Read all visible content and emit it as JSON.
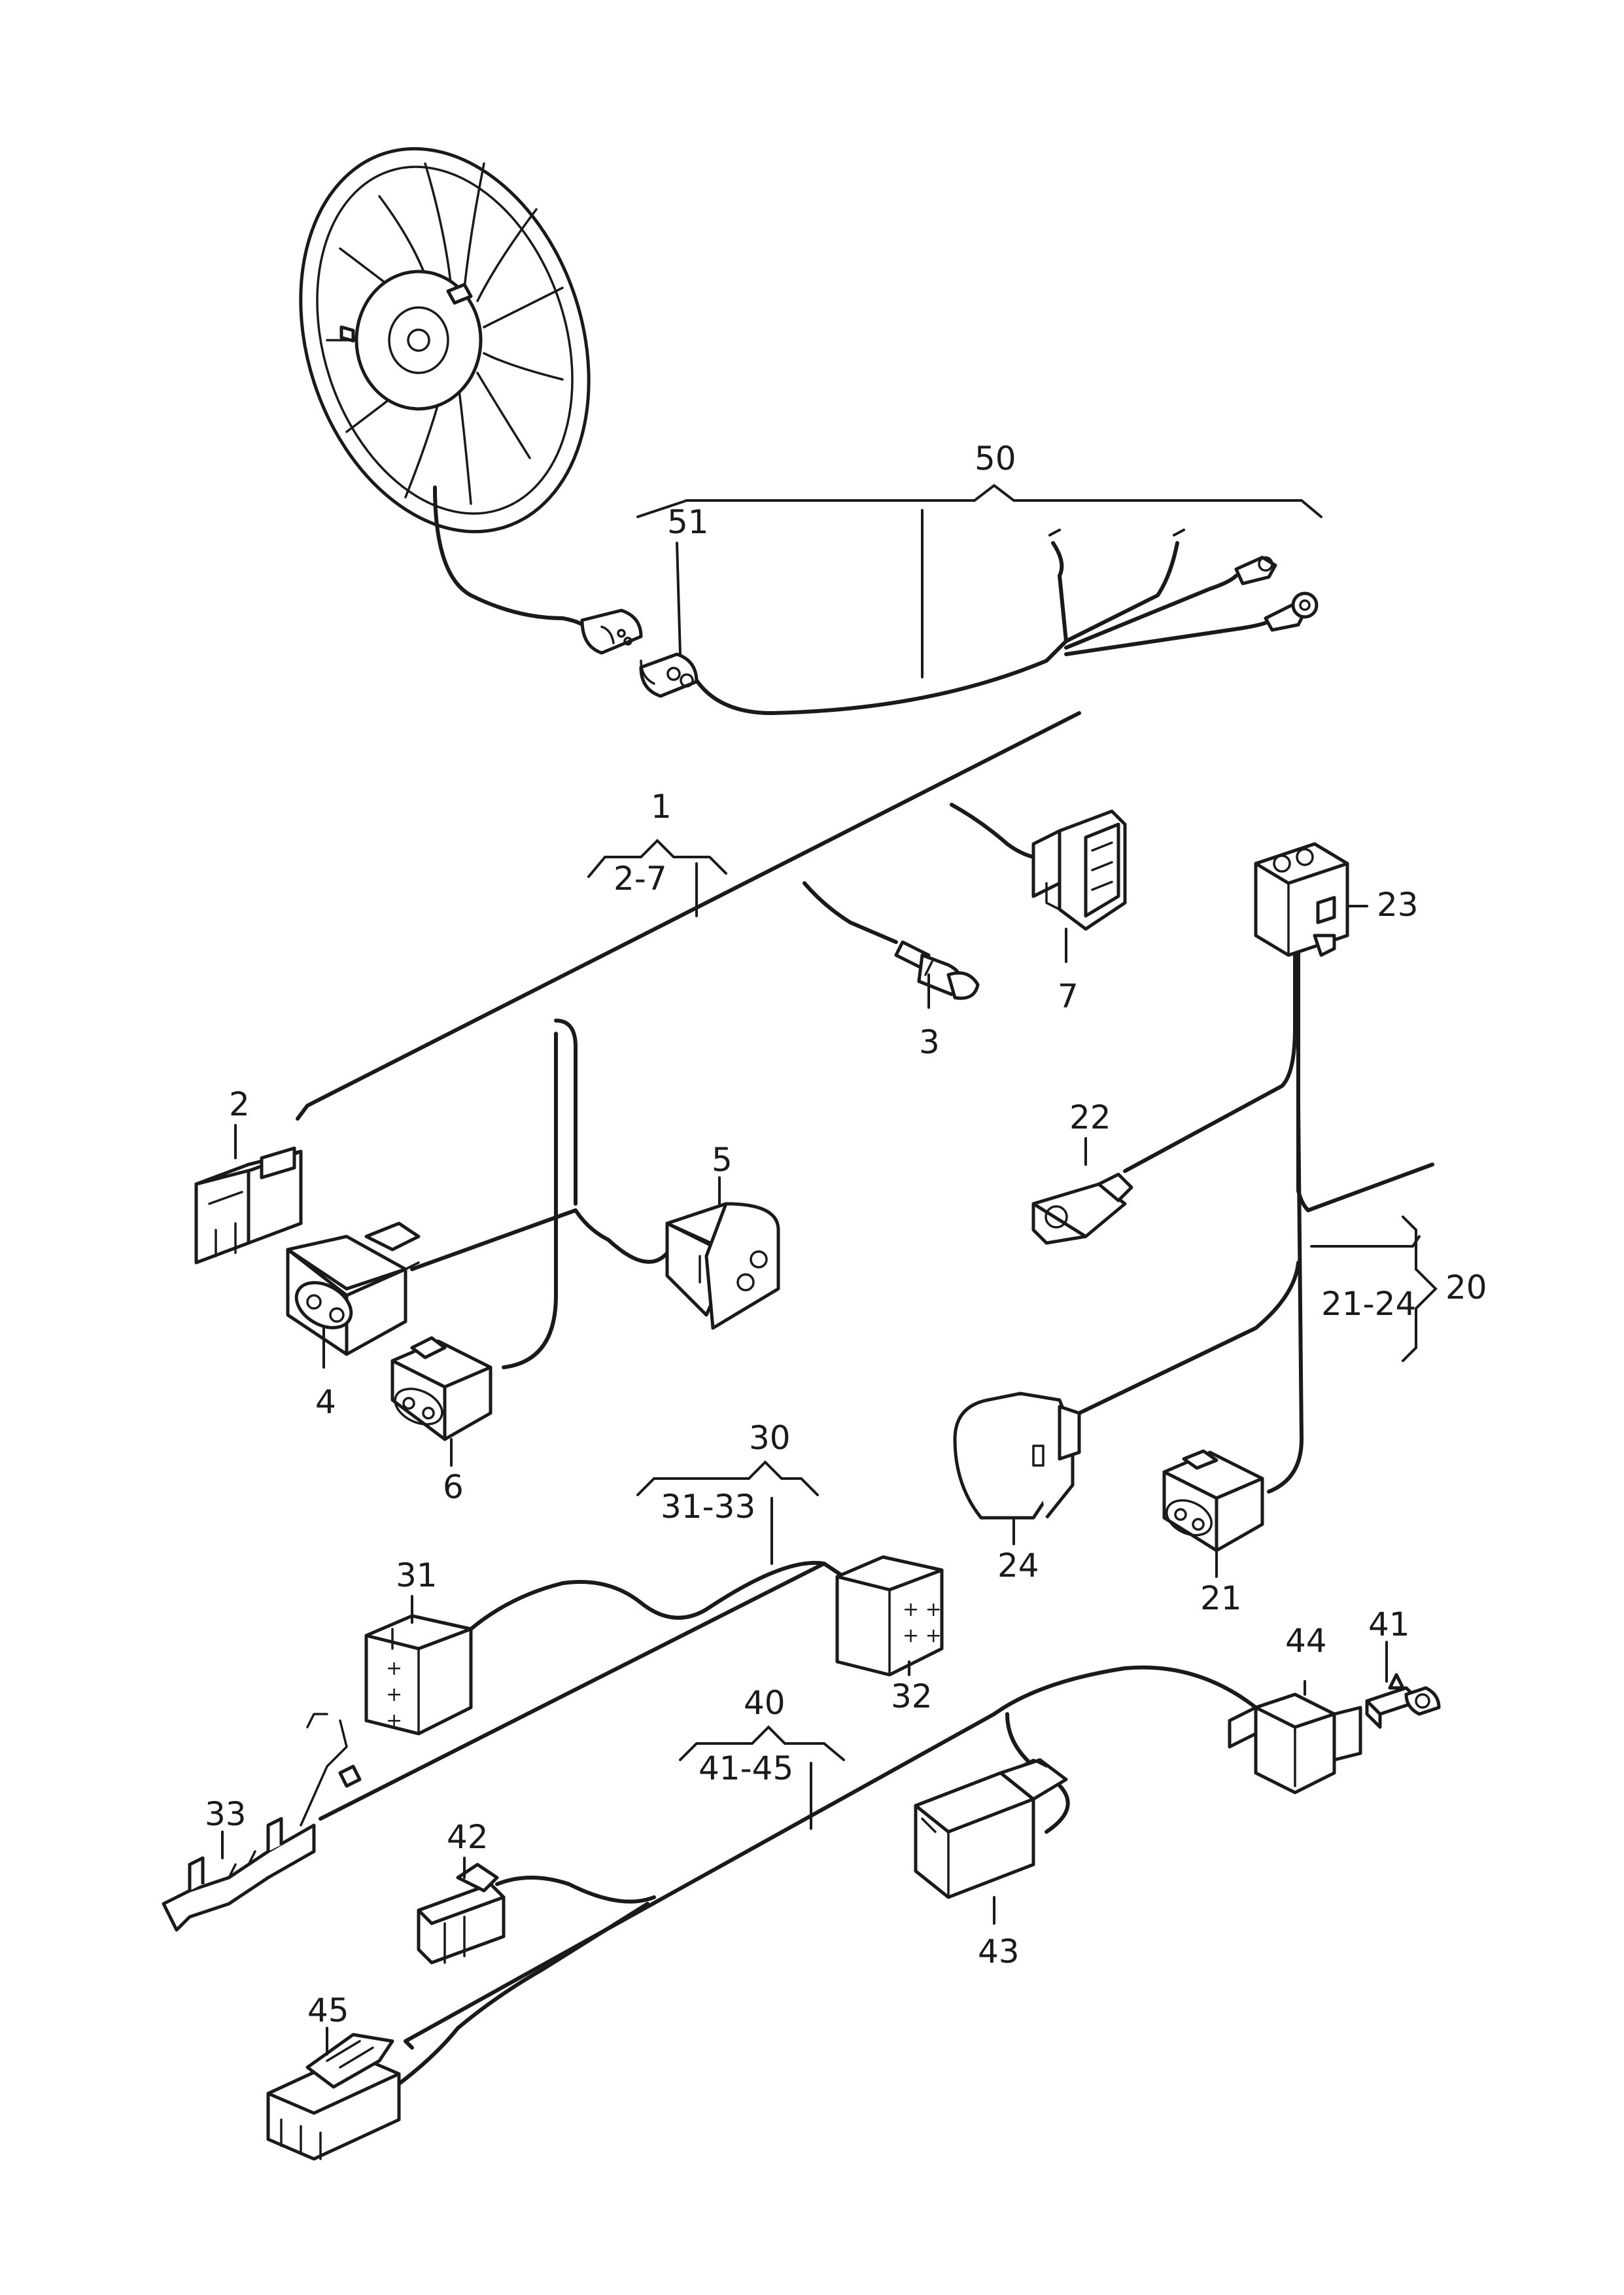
{
  "callouts": {
    "c1": "1",
    "c2": "2",
    "c2_7": "2-7",
    "c3": "3",
    "c4": "4",
    "c5": "5",
    "c6": "6",
    "c7": "7",
    "c20": "20",
    "c21": "21",
    "c21_24": "21-24",
    "c22": "22",
    "c23": "23",
    "c24": "24",
    "c30": "30",
    "c31": "31",
    "c31_33": "31-33",
    "c32": "32",
    "c33": "33",
    "c40": "40",
    "c41": "41",
    "c41_45": "41-45",
    "c42": "42",
    "c43": "43",
    "c44": "44",
    "c45": "45",
    "c50": "50",
    "c51": "51"
  },
  "colors": {
    "line": "#1a1a1a",
    "background": "#ffffff"
  }
}
